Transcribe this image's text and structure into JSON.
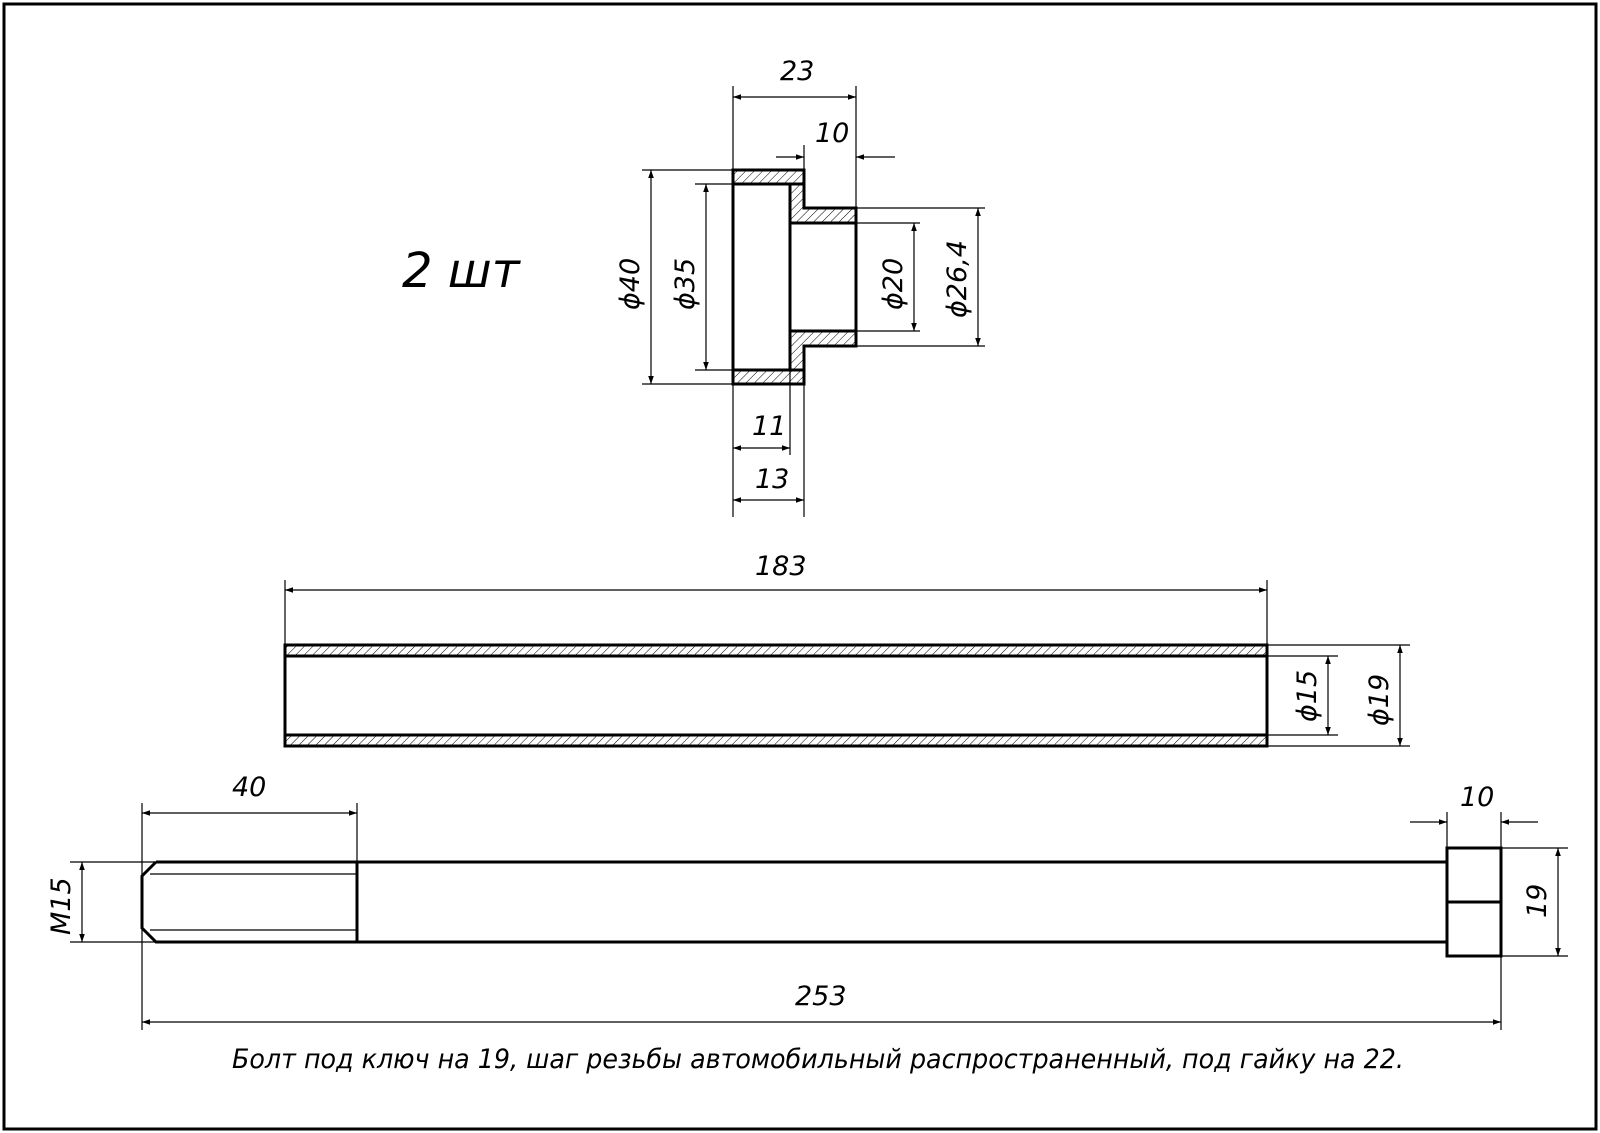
{
  "quantity_label": "2 шт",
  "sleeve": {
    "dim_total_length": "23",
    "dim_small_length": "10",
    "dim_d40": "ϕ40",
    "dim_d35": "ϕ35",
    "dim_d20": "ϕ20",
    "dim_d26_4": "ϕ26,4",
    "dim_11": "11",
    "dim_13": "13"
  },
  "tube": {
    "dim_length": "183",
    "dim_d15": "ϕ15",
    "dim_d19": "ϕ19"
  },
  "bolt": {
    "dim_thread_length": "40",
    "dim_head_length": "10",
    "dim_thread": "M15",
    "dim_head_size": "19",
    "dim_total_length": "253"
  },
  "note": "Болт под ключ на 19,  шаг резьбы автомобильный распространенный, под гайку на 22."
}
